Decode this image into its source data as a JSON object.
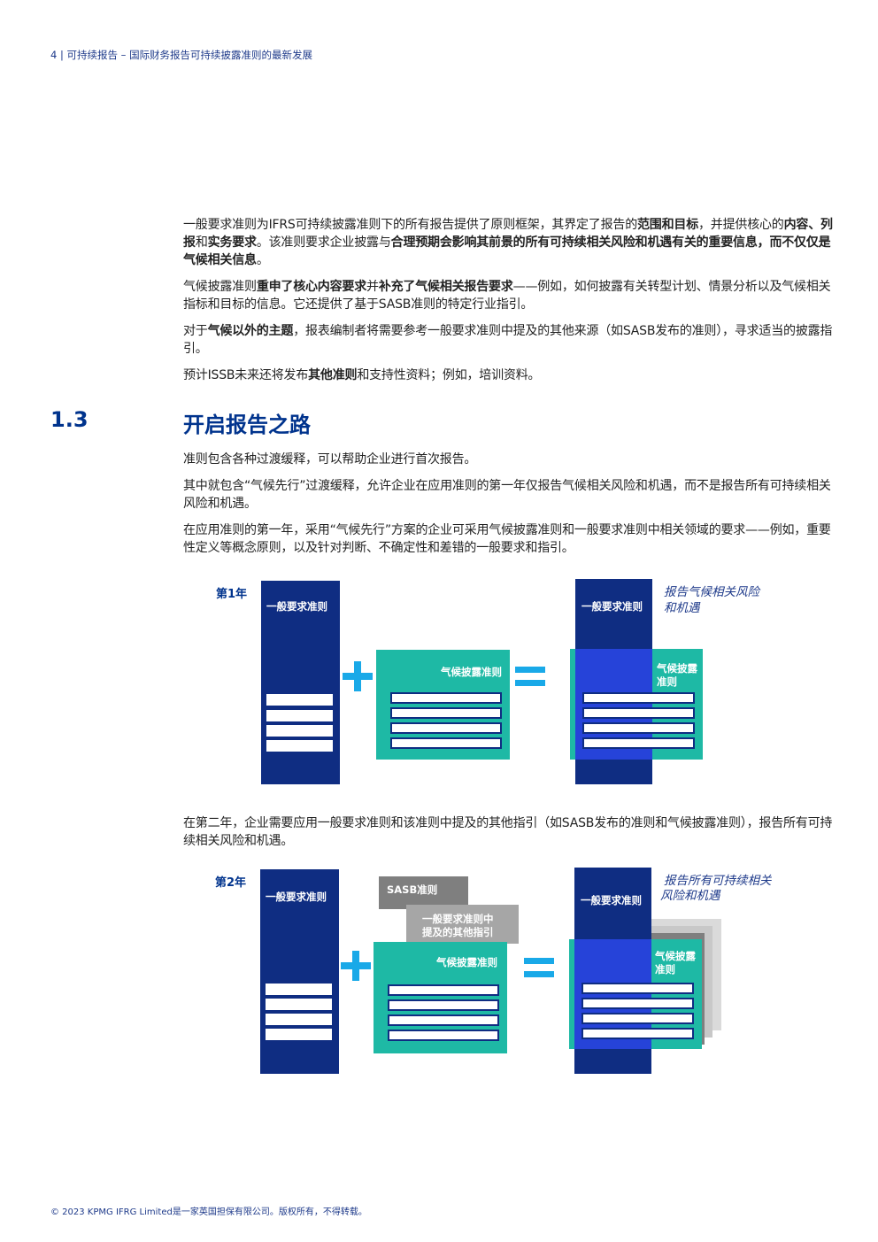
{
  "header": {
    "text": "4 | 可持续报告 – 国际财务报告可持续披露准则的最新发展"
  },
  "intro": {
    "p1_a": "一般要求准则为IFRS可持续披露准则下的所有报告提供了原则框架，其界定了报告的",
    "p1_b": "范围和目标",
    "p1_c": "，并提供核心的",
    "p1_d": "内容、列报",
    "p1_e": "和",
    "p1_f": "实务要求",
    "p1_g": "。该准则要求企业披露与",
    "p1_h": "合理预期会影响其前景的所有可持续相关风险和机遇有关的重要信息，而不仅仅是气候相关信息",
    "p1_i": "。",
    "p2_a": "气候披露准则",
    "p2_b": "重申了核心内容要求",
    "p2_c": "并",
    "p2_d": "补充了气候相关报告要求",
    "p2_e": "——例如，如何披露有关转型计划、情景分析以及气候相关指标和目标的信息。它还提供了基于SASB准则的特定行业指引。",
    "p3_a": "对于",
    "p3_b": "气候以外的主题",
    "p3_c": "，报表编制者将需要参考一般要求准则中提及的其他来源（如SASB发布的准则），寻求适当的披露指引。",
    "p4_a": "预计ISSB未来还将发布",
    "p4_b": "其他准则",
    "p4_c": "和支持性资料；例如，培训资料。"
  },
  "section": {
    "number": "1.3",
    "title": "开启报告之路",
    "p1": "准则包含各种过渡缓释，可以帮助企业进行首次报告。",
    "p2": "其中就包含“气候先行”过渡缓释，允许企业在应用准则的第一年仅报告气候相关风险和机遇，而不是报告所有可持续相关风险和机遇。",
    "p3": "在应用准则的第一年，采用“气候先行”方案的企业可采用气候披露准则和一般要求准则中相关领域的要求——例如，重要性定义等概念原则，以及针对判断、不确定性和差错的一般要求和指引。",
    "p4": "在第二年，企业需要应用一般要求准则和该准则中提及的其他指引（如SASB发布的准则和气候披露准则），报告所有可持续相关风险和机遇。"
  },
  "diagram1": {
    "year": "第1年",
    "general": "一般要求准则",
    "climate": "气候披露准则",
    "result_general": "一般要求准则",
    "result_climate_1": "气候披露",
    "result_climate_2": "准则",
    "note_1": "报告气候相关风险",
    "note_2": "和机遇"
  },
  "diagram2": {
    "year": "第2年",
    "general": "一般要求准则",
    "sasb": "SASB准则",
    "other_1": "一般要求准则中",
    "other_2": "提及的其他指引",
    "climate": "气候披露准则",
    "result_general": "一般要求准则",
    "result_climate_1": "气候披露",
    "result_climate_2": "准则",
    "note_1": "报告所有可持续相关",
    "note_2": "风险和机遇"
  },
  "colors": {
    "navy": "#0F2D82",
    "teal": "#1EB9A5",
    "blue": "#2643D9",
    "accent": "#19A9E8",
    "heading": "#00338D"
  },
  "footer": {
    "text": "© 2023 KPMG IFRG Limited是一家英国担保有限公司。版权所有，不得转载。"
  }
}
